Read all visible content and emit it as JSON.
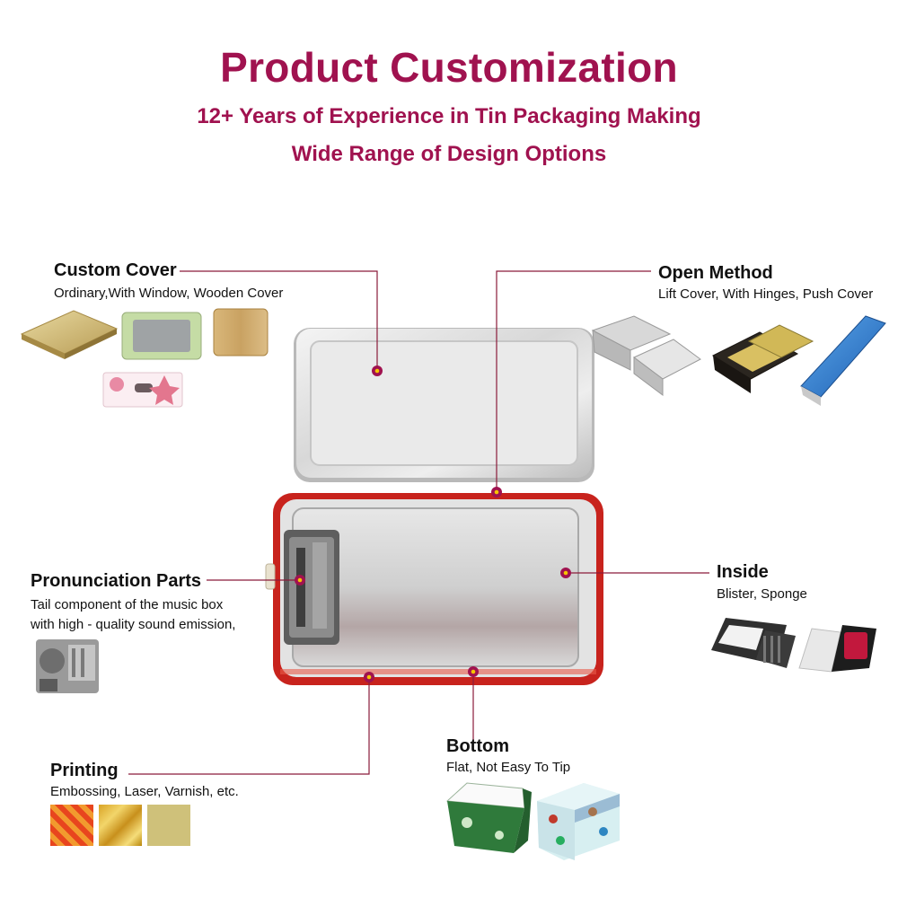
{
  "header": {
    "title": "Product Customization",
    "subtitle_1": "12+ Years of Experience in Tin Packaging Making",
    "subtitle_2": "Wide Range of Design Options"
  },
  "features": {
    "custom_cover": {
      "title": "Custom Cover",
      "desc": "Ordinary,With Window, Wooden Cover"
    },
    "open_method": {
      "title": "Open Method",
      "desc": "Lift Cover, With Hinges, Push Cover"
    },
    "pronunciation": {
      "title": "Pronunciation Parts",
      "desc_1": "Tail component of the music box",
      "desc_2": "with high - quality sound emission,"
    },
    "inside": {
      "title": "Inside",
      "desc": "Blister, Sponge"
    },
    "bottom": {
      "title": "Bottom",
      "desc": "Flat, Not Easy To Tip"
    },
    "printing": {
      "title": "Printing",
      "desc": "Embossing, Laser, Varnish, etc."
    }
  },
  "colors": {
    "accent": "#a0124f",
    "leader_line": "#8a1b3a",
    "marker_ring": "#a0124f",
    "marker_center": "#f5c400"
  }
}
